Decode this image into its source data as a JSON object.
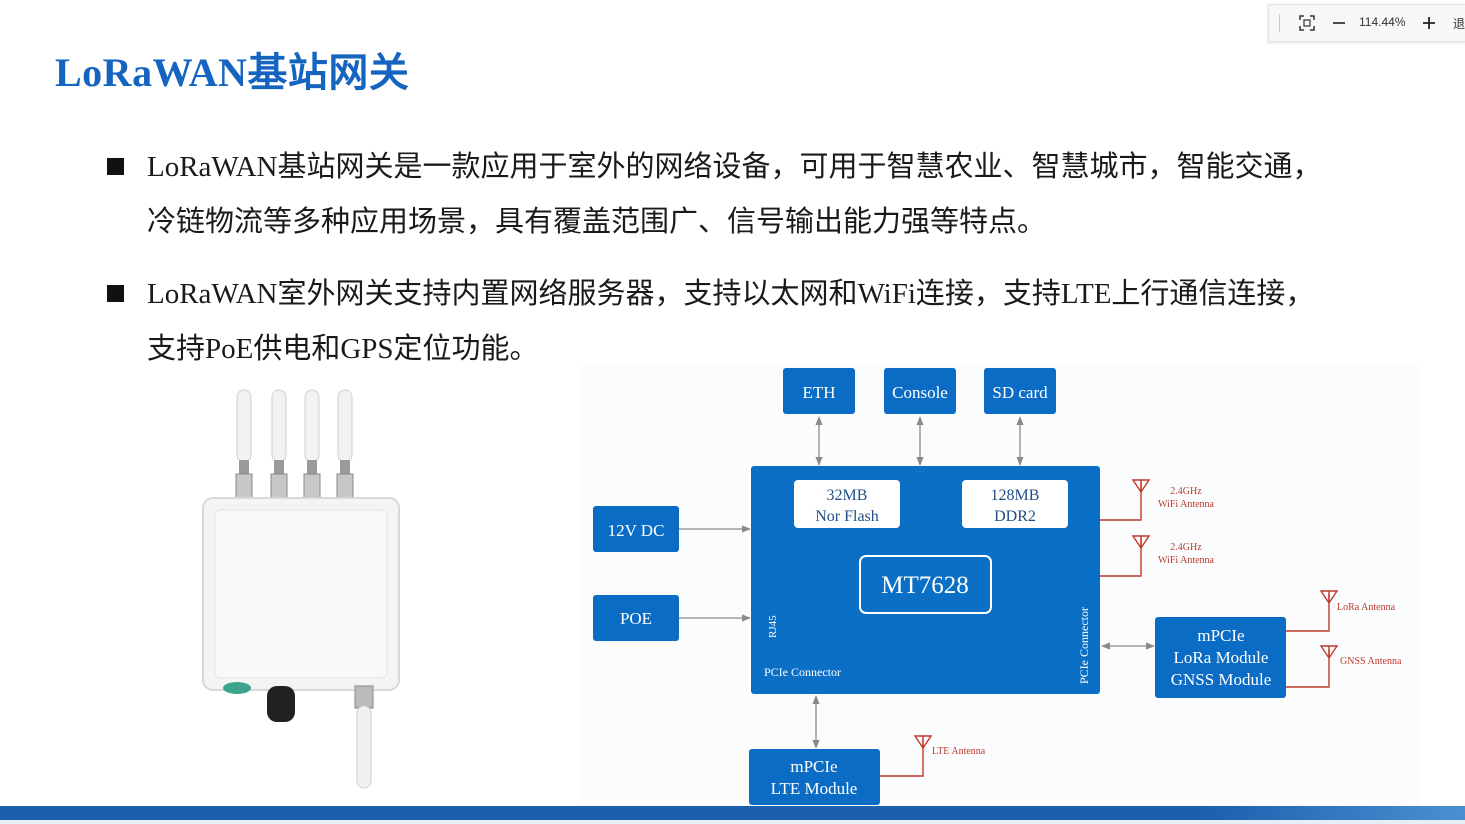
{
  "slide": {
    "title": "LoRaWAN基站网关",
    "bullets": [
      {
        "line1": "LoRaWAN基站网关是一款应用于室外的网络设备，可用于智慧农业、智慧城市，智能交通，",
        "line2": "冷链物流等多种应用场景，具有覆盖范围广、信号输出能力强等特点。"
      },
      {
        "line1": "LoRaWAN室外网关支持内置网络服务器，支持以太网和WiFi连接，支持LTE上行通信连接，",
        "line2": "支持PoE供电和GPS定位功能。"
      }
    ]
  },
  "viewer": {
    "zoom_text": "114.44%",
    "exit_text": "退",
    "icons": [
      "fit-screen-icon",
      "zoom-out-icon",
      "zoom-in-icon"
    ]
  },
  "diagram": {
    "eth": "ETH",
    "console": "Console",
    "sdcard": "SD card",
    "dc": "12V DC",
    "poe": "POE",
    "nor_line1": "32MB",
    "nor_line2": "Nor Flash",
    "ddr_line1": "128MB",
    "ddr_line2": "DDR2",
    "soc": "MT7628",
    "rj45": "RJ45",
    "pcie_bottom": "PCIe Connector",
    "pcie_right": "PCIe Connector",
    "lora_line1": "mPCIe",
    "lora_line2": "LoRa Module",
    "lora_line3": "GNSS Module",
    "lte_line1": "mPCIe",
    "lte_line2": "LTE Module",
    "wifi1_line1": "2.4GHz",
    "wifi1_line2": "WiFi Antenna",
    "wifi2_line1": "2.4GHz",
    "wifi2_line2": "WiFi Antenna",
    "lora_antenna": "LoRa Antenna",
    "gnss_antenna": "GNSS Antenna",
    "lte_antenna": "LTE Antenna"
  },
  "colors": {
    "title_blue": "#1565c0",
    "box_blue": "#0a6cc4",
    "board_blue": "#0c6fc6",
    "arrow_gray": "#8a8a8a",
    "antenna_red": "#c0392b",
    "footer_blue": "#1b5fae"
  }
}
